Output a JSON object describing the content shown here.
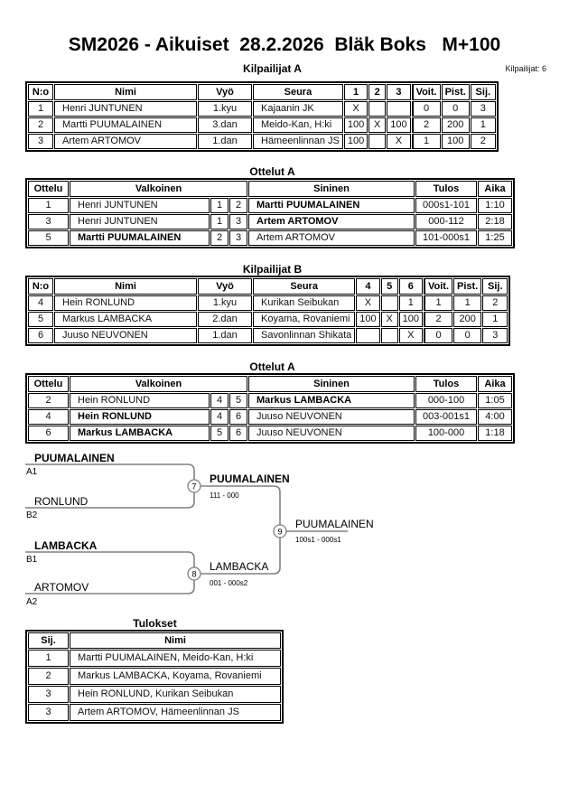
{
  "page": {
    "title": "SM2026 - Aikuiset  28.2.2026  Bläk Boks   M+100",
    "competitors_count_label": "Kilpailijat: 6"
  },
  "colors": {
    "table_border": "#000000",
    "bracket_line": "#808080",
    "text": "#000000"
  },
  "sections": {
    "pool_a": {
      "heading": "Kilpailijat A",
      "headers": {
        "no": "N:o",
        "name": "Nimi",
        "belt": "Vyö",
        "club": "Seura",
        "m1": "1",
        "m2": "2",
        "m3": "3",
        "wins": "Voit.",
        "points": "Pist.",
        "place": "Sij."
      },
      "rows": [
        {
          "no": "1",
          "name": "Henri JUNTUNEN",
          "belt": "1.kyu",
          "club": "Kajaanin JK",
          "r1": "X",
          "r2": "",
          "r3": "",
          "wins": "0",
          "points": "0",
          "place": "3"
        },
        {
          "no": "2",
          "name": "Martti PUUMALAINEN",
          "belt": "3.dan",
          "club": "Meido-Kan, H:ki",
          "r1": "100",
          "r2": "X",
          "r3": "100",
          "wins": "2",
          "points": "200",
          "place": "1"
        },
        {
          "no": "3",
          "name": "Artem ARTOMOV",
          "belt": "1.dan",
          "club": "Hämeenlinnan JS",
          "r1": "100",
          "r2": "",
          "r3": "X",
          "wins": "1",
          "points": "100",
          "place": "2"
        }
      ]
    },
    "matches_a": {
      "heading": "Ottelut A",
      "headers": {
        "match": "Ottelu",
        "white": "Valkoinen",
        "blue": "Sininen",
        "result": "Tulos",
        "time": "Aika"
      },
      "rows": [
        {
          "match": "1",
          "white": "Henri JUNTUNEN",
          "white_bold": false,
          "wno": "1",
          "bno": "2",
          "blue": "Martti PUUMALAINEN",
          "blue_bold": true,
          "result": "000s1-101",
          "time": "1:10"
        },
        {
          "match": "3",
          "white": "Henri JUNTUNEN",
          "white_bold": false,
          "wno": "1",
          "bno": "3",
          "blue": "Artem ARTOMOV",
          "blue_bold": true,
          "result": "000-112",
          "time": "2:18"
        },
        {
          "match": "5",
          "white": "Martti PUUMALAINEN",
          "white_bold": true,
          "wno": "2",
          "bno": "3",
          "blue": "Artem ARTOMOV",
          "blue_bold": false,
          "result": "101-000s1",
          "time": "1:25"
        }
      ]
    },
    "pool_b": {
      "heading": "Kilpailijat B",
      "headers": {
        "no": "N:o",
        "name": "Nimi",
        "belt": "Vyö",
        "club": "Seura",
        "m1": "4",
        "m2": "5",
        "m3": "6",
        "wins": "Voit.",
        "points": "Pist.",
        "place": "Sij."
      },
      "rows": [
        {
          "no": "4",
          "name": "Hein RONLUND",
          "belt": "1.kyu",
          "club": "Kurikan Seibukan",
          "r1": "X",
          "r2": "",
          "r3": "1",
          "wins": "1",
          "points": "1",
          "place": "2"
        },
        {
          "no": "5",
          "name": "Markus LAMBACKA",
          "belt": "2.dan",
          "club": "Koyama, Rovaniemi",
          "r1": "100",
          "r2": "X",
          "r3": "100",
          "wins": "2",
          "points": "200",
          "place": "1"
        },
        {
          "no": "6",
          "name": "Juuso NEUVONEN",
          "belt": "1.dan",
          "club": "Savonlinnan Shikata",
          "r1": "",
          "r2": "",
          "r3": "X",
          "wins": "0",
          "points": "0",
          "place": "3"
        }
      ]
    },
    "matches_b": {
      "heading": "Ottelut A",
      "headers": {
        "match": "Ottelu",
        "white": "Valkoinen",
        "blue": "Sininen",
        "result": "Tulos",
        "time": "Aika"
      },
      "rows": [
        {
          "match": "2",
          "white": "Hein RONLUND",
          "white_bold": false,
          "wno": "4",
          "bno": "5",
          "blue": "Markus LAMBACKA",
          "blue_bold": true,
          "result": "000-100",
          "time": "1:05"
        },
        {
          "match": "4",
          "white": "Hein RONLUND",
          "white_bold": true,
          "wno": "4",
          "bno": "6",
          "blue": "Juuso NEUVONEN",
          "blue_bold": false,
          "result": "003-001s1",
          "time": "4:00"
        },
        {
          "match": "6",
          "white": "Markus LAMBACKA",
          "white_bold": true,
          "wno": "5",
          "bno": "6",
          "blue": "Juuso NEUVONEN",
          "blue_bold": false,
          "result": "100-000",
          "time": "1:18"
        }
      ]
    },
    "bracket": {
      "slots": [
        {
          "name": "PUUMALAINEN",
          "seed": "A1",
          "bold": true
        },
        {
          "name": "RONLUND",
          "seed": "B2",
          "bold": false
        },
        {
          "name": "LAMBACKA",
          "seed": "B1",
          "bold": true
        },
        {
          "name": "ARTOMOV",
          "seed": "A2",
          "bold": false
        }
      ],
      "matches": [
        {
          "number": "7",
          "winner": "PUUMALAINEN",
          "score": "111 - 000",
          "bold": true
        },
        {
          "number": "8",
          "winner": "LAMBACKA",
          "score": "001 - 000s2",
          "bold": false
        },
        {
          "number": "9",
          "winner": "PUUMALAINEN",
          "score": "100s1 - 000s1",
          "bold": false
        }
      ]
    },
    "results": {
      "heading": "Tulokset",
      "headers": {
        "place": "Sij.",
        "name": "Nimi"
      },
      "rows": [
        {
          "place": "1",
          "name": "Martti PUUMALAINEN, Meido-Kan, H:ki"
        },
        {
          "place": "2",
          "name": "Markus LAMBACKA, Koyama, Rovaniemi"
        },
        {
          "place": "3",
          "name": "Hein RONLUND, Kurikan Seibukan"
        },
        {
          "place": "3",
          "name": "Artem ARTOMOV, Hämeenlinnan JS"
        }
      ]
    }
  }
}
